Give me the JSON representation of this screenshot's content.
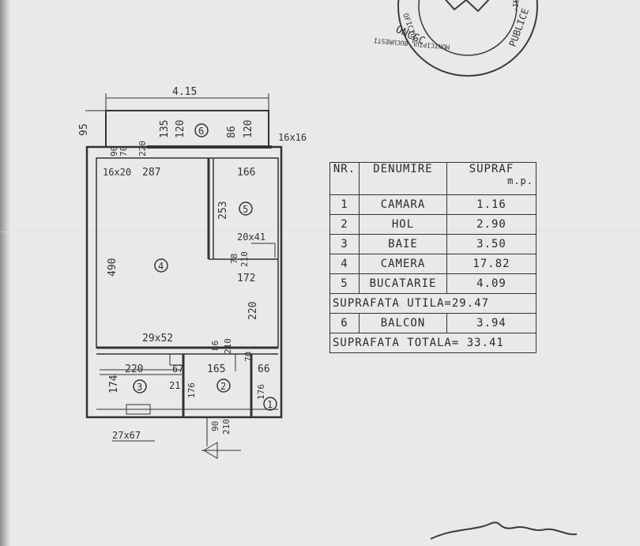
{
  "stamp": {
    "ring_texts": [
      "ONCGC",
      "OFICIUL",
      "MUNICIPIUL BUCURESTI",
      "PUBLICE",
      "-IE"
    ]
  },
  "plan": {
    "dim_top_width": "4.15",
    "dim_left_95": "95",
    "balcony_dims": [
      "135",
      "120",
      "86",
      "120"
    ],
    "room_numbers": [
      "6",
      "5",
      "4",
      "3",
      "2",
      "1"
    ],
    "dim_16x16": "16x16",
    "dim_90": "90",
    "dim_70": "70",
    "dim_220_top": "220",
    "dim_16x20": "16x20",
    "dim_287": "287",
    "dim_166": "166",
    "dim_253": "253",
    "dim_20x41": "20x41",
    "dim_78": "78",
    "dim_210_mid": "210",
    "dim_490": "490",
    "dim_172": "172",
    "dim_220_right": "220",
    "dim_29x52": "29x52",
    "dim_86_door": "86",
    "dim_210_door": "210",
    "dim_70_small": "70",
    "dim_220_bath": "220",
    "dim_67": "67",
    "dim_165": "165",
    "dim_66": "66",
    "dim_174": "174",
    "dim_21": "21",
    "dim_176_a": "176",
    "dim_176_b": "176",
    "dim_90_bottom": "90",
    "dim_210_bottom": "210",
    "dim_27x67": "27x67"
  },
  "table": {
    "headers": [
      "NR.",
      "DENUMIRE",
      "SUPRAF"
    ],
    "unit": "m.p.",
    "rows": [
      {
        "nr": "1",
        "name": "CAMARA",
        "area": "1.16"
      },
      {
        "nr": "2",
        "name": "HOL",
        "area": "2.90"
      },
      {
        "nr": "3",
        "name": "BAIE",
        "area": "3.50"
      },
      {
        "nr": "4",
        "name": "CAMERA",
        "area": "17.82"
      },
      {
        "nr": "5",
        "name": "BUCATARIE",
        "area": "4.09"
      }
    ],
    "utile": "SUPRAFATA UTILA=29.47",
    "balcon": {
      "nr": "6",
      "name": "BALCON",
      "area": "3.94"
    },
    "totala": "SUPRAFATA TOTALA= 33.41"
  }
}
